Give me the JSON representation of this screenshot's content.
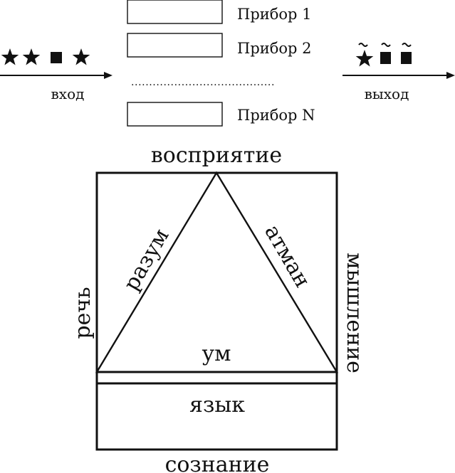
{
  "top_diagram": {
    "devices": [
      {
        "label": "Прибор 1"
      },
      {
        "label": "Прибор 2"
      },
      {
        "label": "Прибор N"
      }
    ],
    "ellipsis": "........................................",
    "input_label": "вход",
    "output_label": "выход",
    "input_symbols": [
      "star",
      "star",
      "square",
      "star"
    ],
    "output_symbols": [
      "star-tilde",
      "square-tilde",
      "square-tilde"
    ]
  },
  "bottom_diagram": {
    "top_label": "восприятие",
    "bottom_label": "сознание",
    "left_label": "речь",
    "right_label": "мышление",
    "triangle_left_label": "разум",
    "triangle_right_label": "атман",
    "triangle_base_label": "ум",
    "lower_box_label": "язык"
  }
}
